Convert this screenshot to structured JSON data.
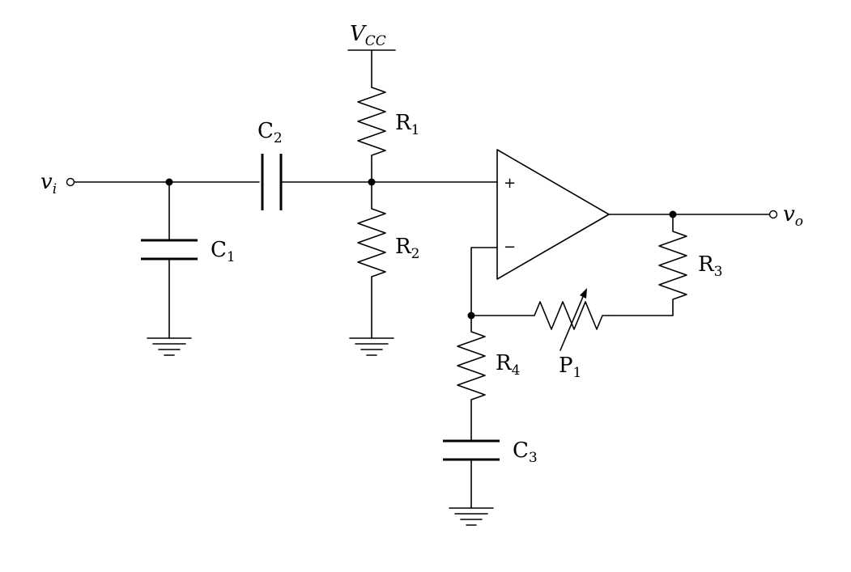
{
  "diagram": {
    "supply": {
      "main": "V",
      "sub": "CC"
    },
    "input": {
      "main": "v",
      "sub": "i"
    },
    "output": {
      "main": "v",
      "sub": "o"
    },
    "opamp": {
      "plus": "+",
      "minus": "−"
    },
    "components": {
      "R1": {
        "main": "R",
        "sub": "1"
      },
      "R2": {
        "main": "R",
        "sub": "2"
      },
      "R3": {
        "main": "R",
        "sub": "3"
      },
      "R4": {
        "main": "R",
        "sub": "4"
      },
      "C1": {
        "main": "C",
        "sub": "1"
      },
      "C2": {
        "main": "C",
        "sub": "2"
      },
      "C3": {
        "main": "C",
        "sub": "3"
      },
      "P1": {
        "main": "P",
        "sub": "1"
      }
    }
  }
}
